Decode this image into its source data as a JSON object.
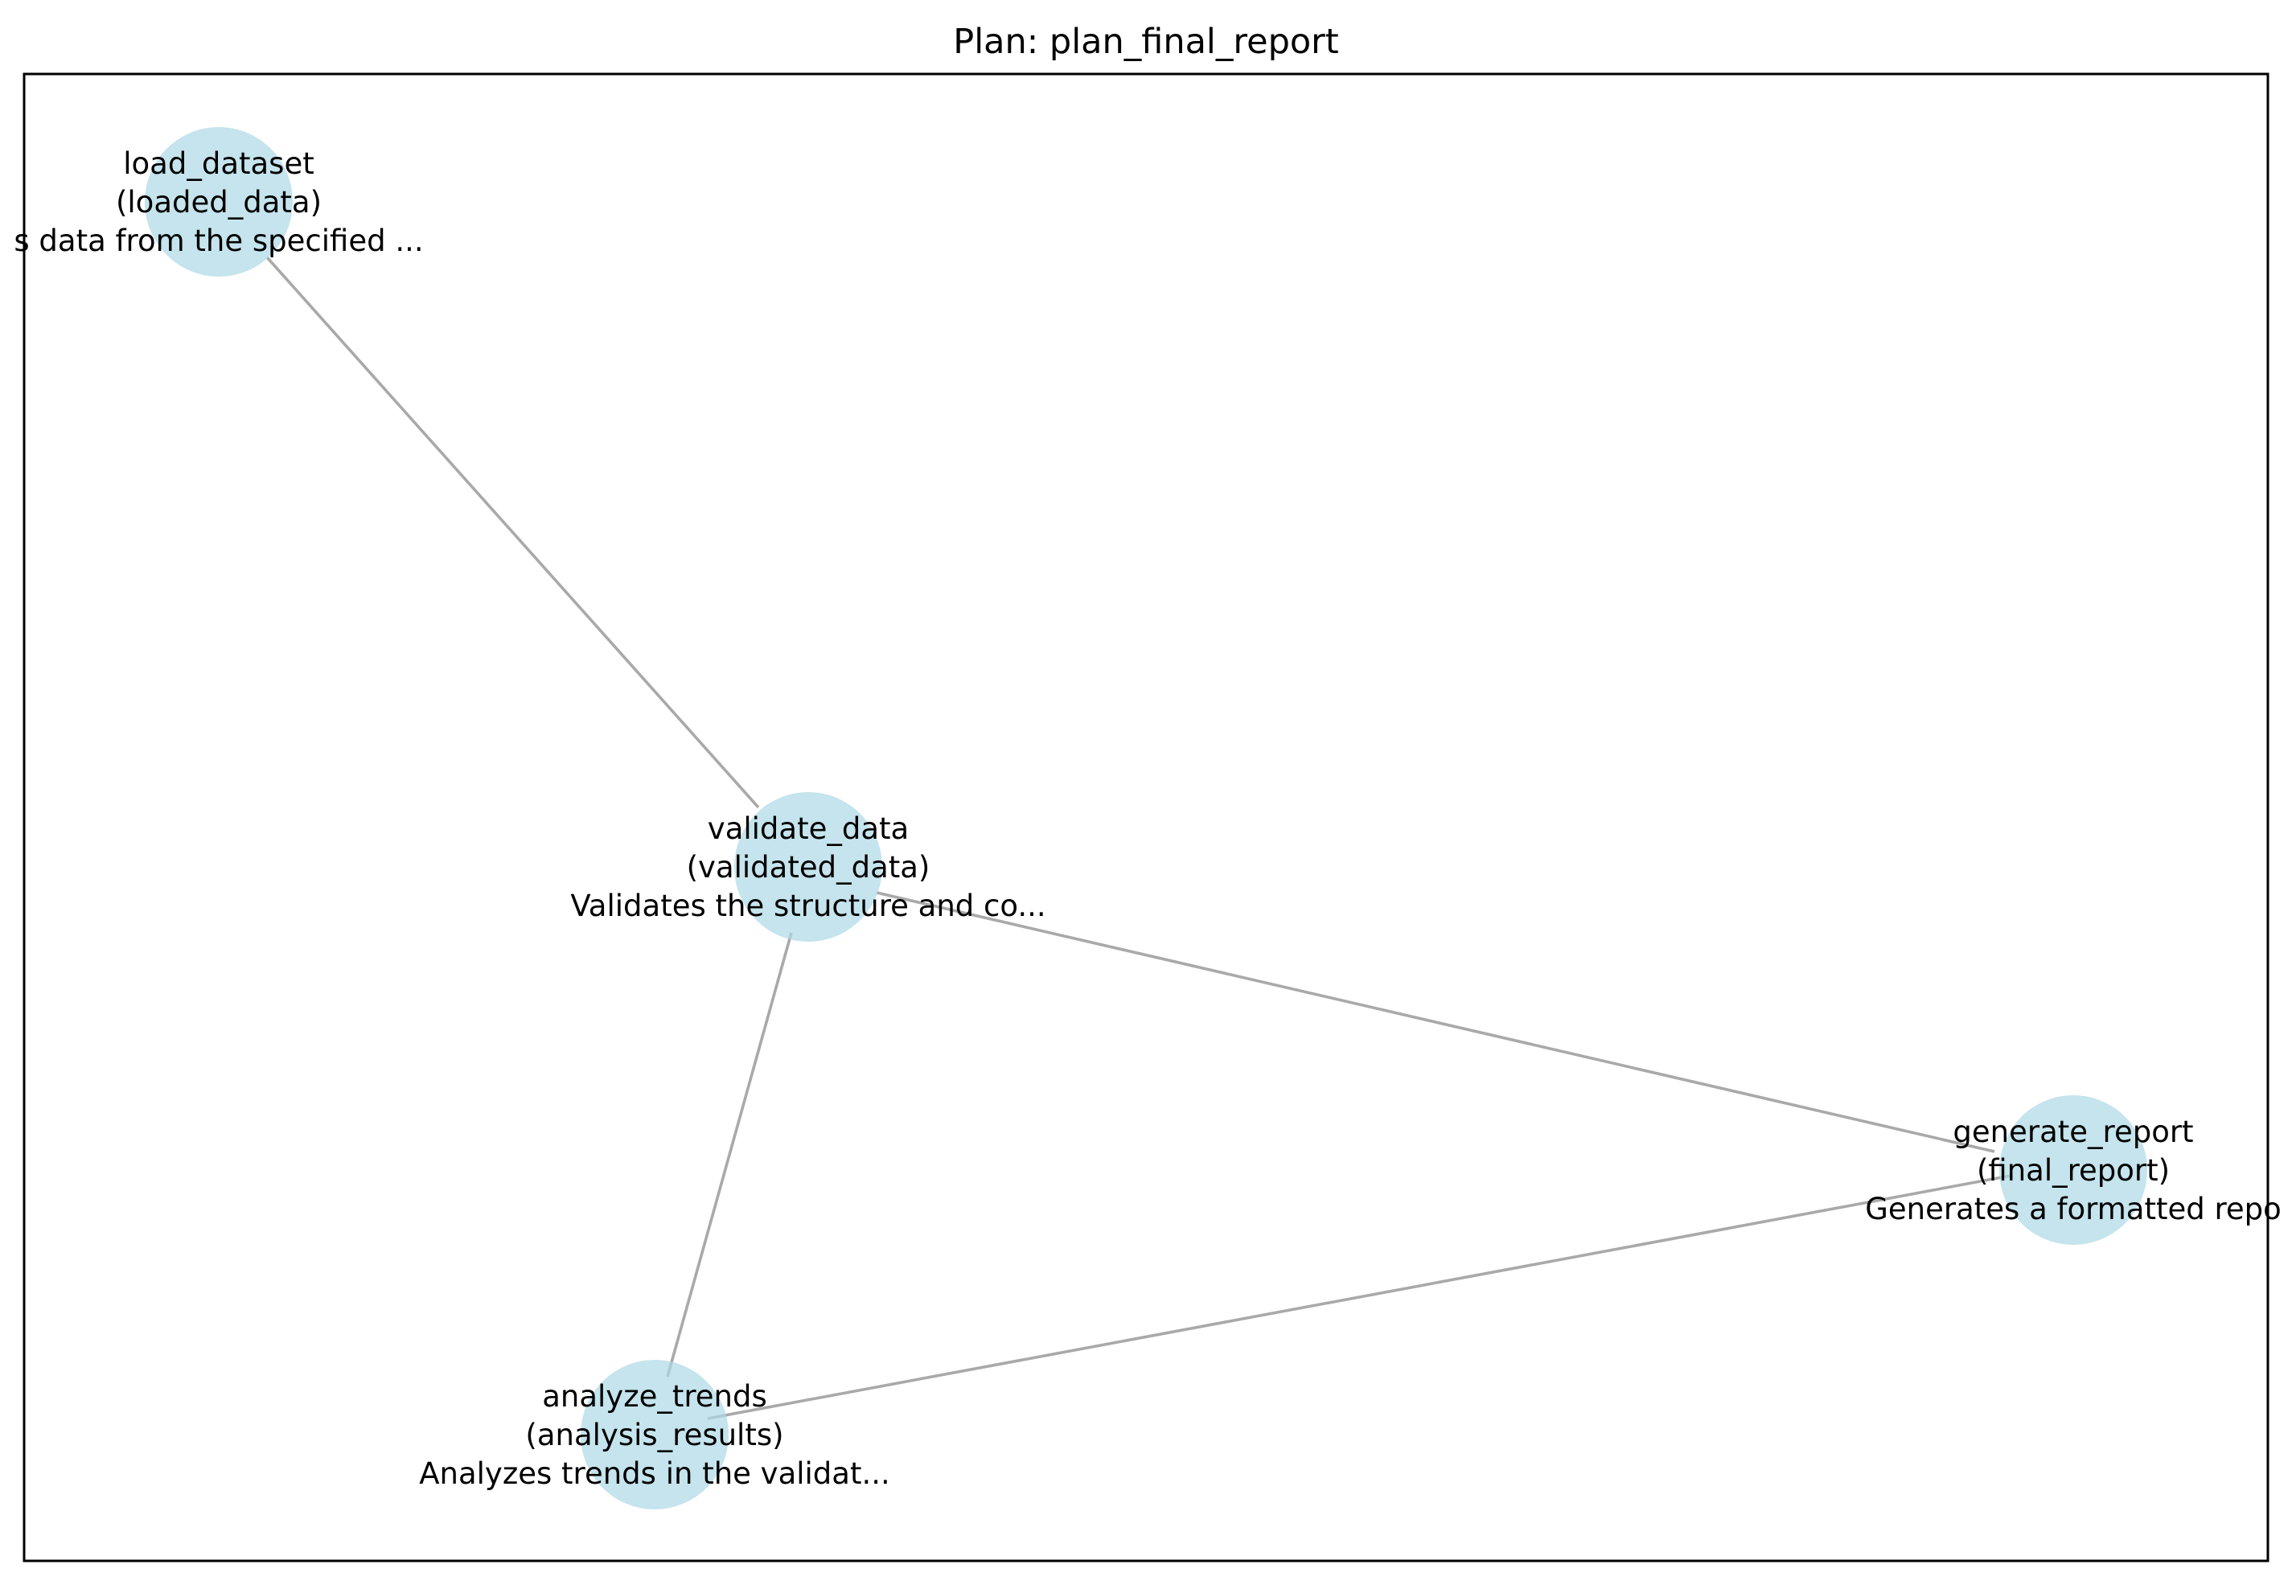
{
  "title": "Plan: plan_final_report",
  "colors": {
    "node_fill": "#add8e6",
    "edge": "#a9a9a9",
    "frame": "#000000",
    "text": "#000000"
  },
  "nodes": [
    {
      "id": "load_dataset",
      "name": "load_dataset",
      "output": "(loaded_data)",
      "description": "s data from the specified ..."
    },
    {
      "id": "validate_data",
      "name": "validate_data",
      "output": "(validated_data)",
      "description": "Validates the structure and co..."
    },
    {
      "id": "analyze_trends",
      "name": "analyze_trends",
      "output": "(analysis_results)",
      "description": "Analyzes trends in the validat..."
    },
    {
      "id": "generate_report",
      "name": "generate_report",
      "output": "(final_report)",
      "description": "Generates a formatted repo"
    }
  ],
  "edges": [
    {
      "from": "load_dataset",
      "to": "validate_data"
    },
    {
      "from": "validate_data",
      "to": "analyze_trends"
    },
    {
      "from": "validate_data",
      "to": "generate_report"
    },
    {
      "from": "analyze_trends",
      "to": "generate_report"
    }
  ]
}
